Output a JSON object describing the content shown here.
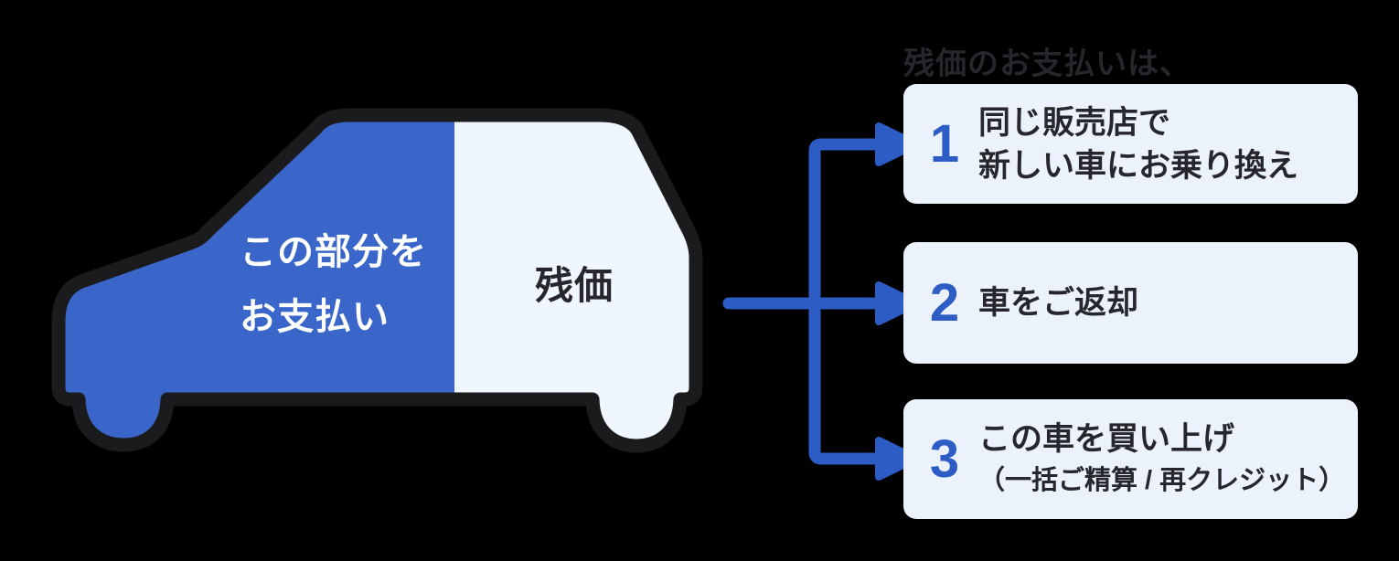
{
  "heading": {
    "text": "残価のお支払いは、"
  },
  "car": {
    "paid_label_line1": "この部分を",
    "paid_label_line2": "お支払い",
    "residual_label": "残価"
  },
  "options": [
    {
      "number": "1",
      "lines": [
        "同じ販売店で",
        "新しい車にお乗り換え"
      ]
    },
    {
      "number": "2",
      "lines": [
        "車をご返却"
      ]
    },
    {
      "number": "3",
      "lines": [
        "この車を買い上げ",
        "（一括ご精算 / 再クレジット）"
      ]
    }
  ],
  "colors": {
    "background": "#000000",
    "arrow_blue": "#2d5cc5",
    "number_blue": "#2d5cc5",
    "car_blue": "#3a66c9",
    "car_white": "#f0f6fd",
    "box_background": "#ebf2fc",
    "outline_black": "#1b1b1e",
    "text_dark": "#26262c",
    "text_white": "#ffffff"
  }
}
